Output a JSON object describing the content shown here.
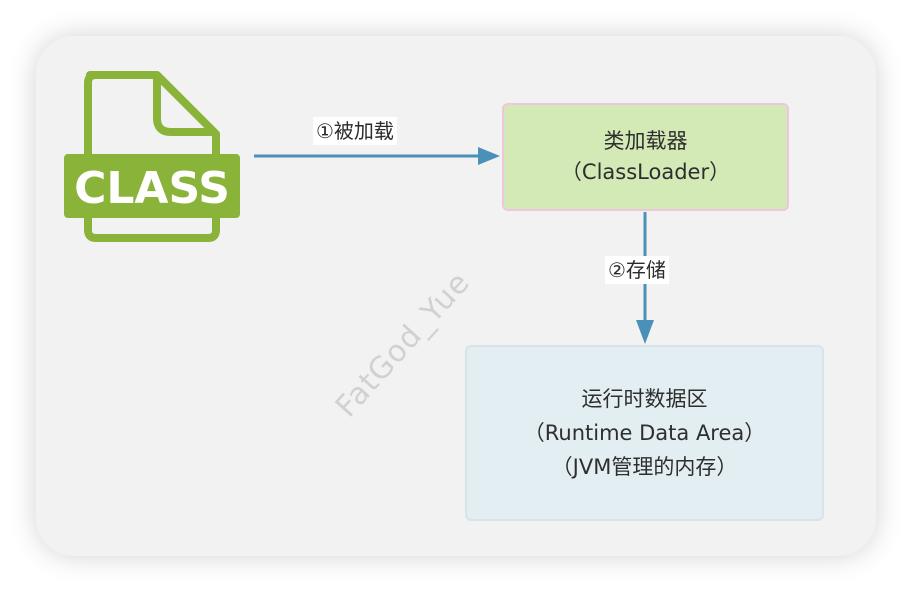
{
  "colors": {
    "canvas_bg": "#f2f2f2",
    "file_icon_green": "#8ab33a",
    "arrow_blue": "#4a90b8",
    "loader_fill": "#d3eab7",
    "loader_border": "#efc6de",
    "runtime_fill": "#e3eef2",
    "runtime_border": "#d8e4e8"
  },
  "file_icon": {
    "label": "CLASS",
    "icon": "class-file-icon"
  },
  "edges": {
    "load": {
      "label": "①被加载",
      "from": "class-file",
      "to": "class-loader"
    },
    "store": {
      "label": "②存储",
      "from": "class-loader",
      "to": "runtime-data-area"
    }
  },
  "nodes": {
    "class_loader": {
      "line1": "类加载器",
      "line2": "（ClassLoader）"
    },
    "runtime_data_area": {
      "line1": "运行时数据区",
      "line2": "（Runtime Data Area）",
      "line3": "（JVM管理的内存）"
    }
  },
  "watermark": "FatGod_Yue"
}
